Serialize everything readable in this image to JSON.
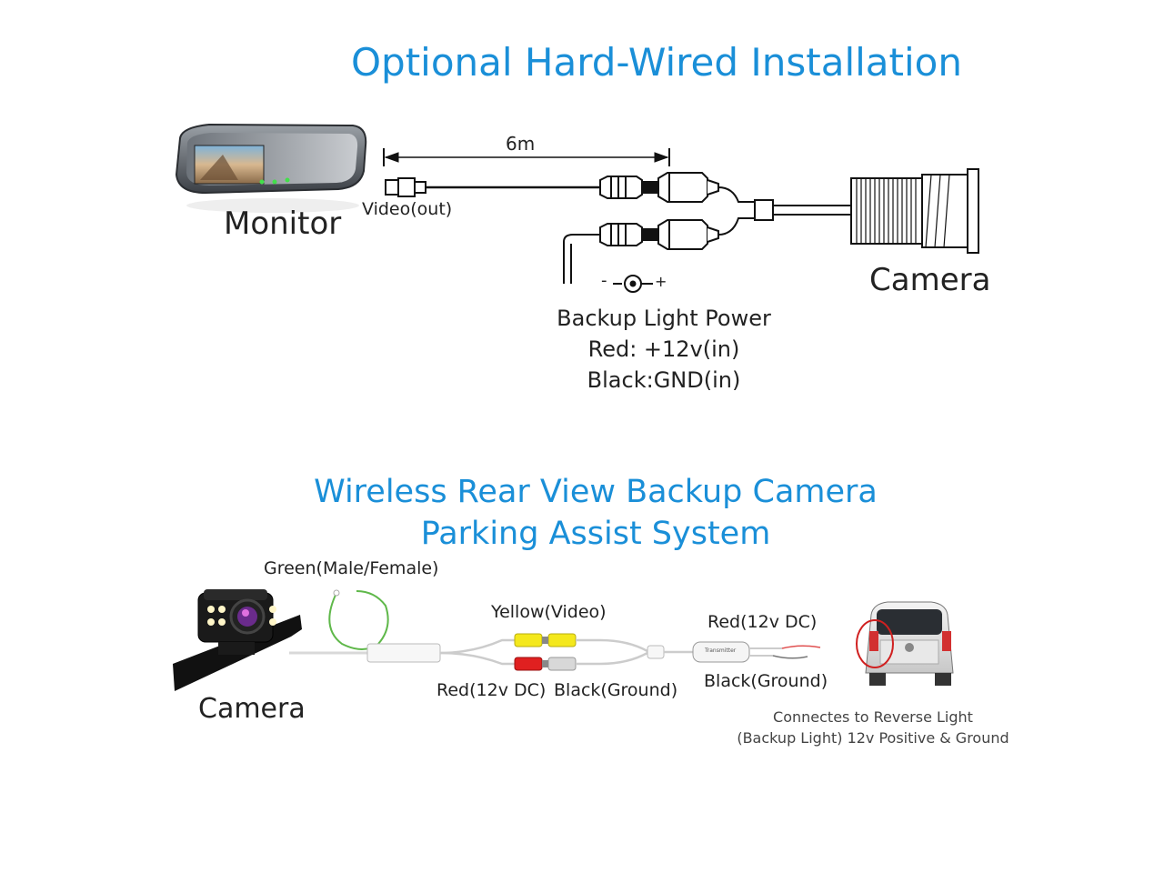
{
  "top": {
    "title": "Optional Hard-Wired Installation",
    "distance": "6m",
    "video_out": "Video(out)",
    "monitor": "Monitor",
    "camera": "Camera",
    "power_title": "Backup Light Power",
    "power_red": "Red: +12v(in)",
    "power_black": "Black:GND(in)",
    "polarity_minus": "-",
    "polarity_plus": "+"
  },
  "bottom": {
    "title_line1": "Wireless Rear View Backup Camera",
    "title_line2": "Parking Assist System",
    "green": "Green(Male/Female)",
    "yellow": "Yellow(Video)",
    "red_dc_left": "Red(12v DC)",
    "black_ground_left": "Black(Ground)",
    "red_dc_right": "Red(12v DC)",
    "black_ground_right": "Black(Ground)",
    "transmitter": "Transmitter",
    "camera": "Camera",
    "reverse_line1": "Connectes to Reverse Light",
    "reverse_line2": "(Backup Light) 12v Positive & Ground"
  },
  "colors": {
    "title_blue": "#1a8fd8",
    "yellow_plug": "#f4e81c",
    "red_plug": "#e02020",
    "green_wire": "#5fb84a"
  }
}
